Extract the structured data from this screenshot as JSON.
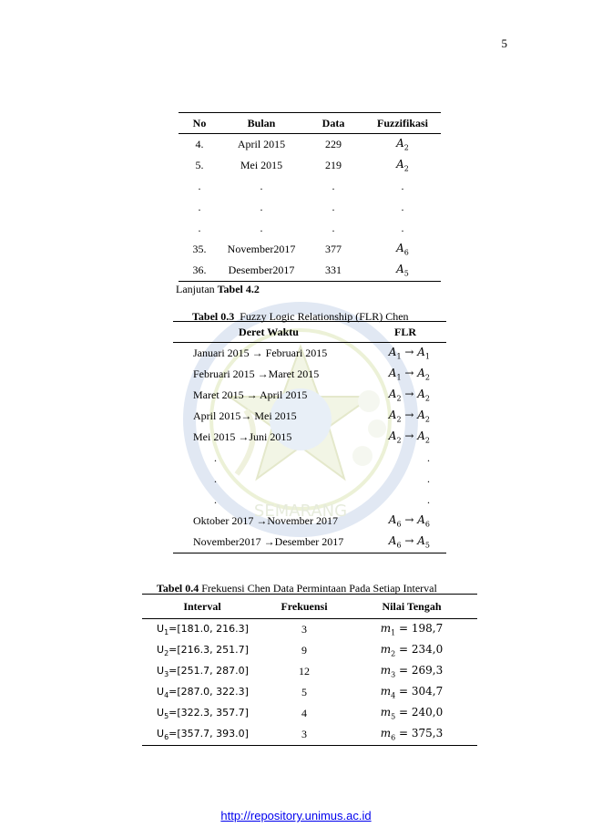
{
  "page_number": "5",
  "table1": {
    "headers": [
      "No",
      "Bulan",
      "Data",
      "Fuzzifikasi"
    ],
    "rows": [
      {
        "no": "4.",
        "bulan": "April 2015",
        "data": "229",
        "fuzz": "A",
        "fuzz_sub": "2"
      },
      {
        "no": "5.",
        "bulan": "Mei 2015",
        "data": "219",
        "fuzz": "A",
        "fuzz_sub": "2"
      },
      {
        "no": ".",
        "bulan": ".",
        "data": ".",
        "fuzz": ".",
        "fuzz_sub": ""
      },
      {
        "no": ".",
        "bulan": ".",
        "data": ".",
        "fuzz": ".",
        "fuzz_sub": ""
      },
      {
        "no": ".",
        "bulan": ".",
        "data": ".",
        "fuzz": ".",
        "fuzz_sub": ""
      },
      {
        "no": "35.",
        "bulan": "November2017",
        "data": "377",
        "fuzz": "A",
        "fuzz_sub": "6"
      },
      {
        "no": "36.",
        "bulan": "Desember2017",
        "data": "331",
        "fuzz": "A",
        "fuzz_sub": "5"
      }
    ]
  },
  "continuation_prefix": "Lanjutan",
  "continuation_bold": "Tabel 4.2",
  "table2": {
    "caption_bold": "Tabel 0.3",
    "caption_text": "Fuzzy Logic Relationship (FLR) Chen",
    "headers": [
      "Deret Waktu",
      "FLR"
    ],
    "rows": [
      {
        "deret": "Januari 2015 → Februari 2015",
        "from": "1",
        "to": "1"
      },
      {
        "deret": "Februari 2015 →Maret 2015",
        "from": "1",
        "to": "2"
      },
      {
        "deret": "Maret 2015 → April 2015",
        "from": "2",
        "to": "2"
      },
      {
        "deret": "April 2015→ Mei 2015",
        "from": "2",
        "to": "2"
      },
      {
        "deret": "Mei 2015 →Juni 2015",
        "from": "2",
        "to": "2"
      },
      {
        "deret": ".",
        "dot": "."
      },
      {
        "deret": ".",
        "dot": "."
      },
      {
        "deret": ".",
        "dot": "."
      },
      {
        "deret": "Oktober 2017 →November 2017",
        "from": "6",
        "to": "6"
      },
      {
        "deret": "November2017 →Desember 2017",
        "from": "6",
        "to": "5"
      }
    ]
  },
  "table3": {
    "caption_bold": "Tabel 0.4",
    "caption_text": "Frekuensi Chen Data Permintaan Pada Setiap Interval",
    "headers": [
      "Interval",
      "Frekuensi",
      "Nilai Tengah"
    ],
    "rows": [
      {
        "u": "1",
        "range": "=[181.0, 216.3]",
        "freq": "3",
        "m": "1",
        "val": "= 198,7"
      },
      {
        "u": "2",
        "range": "=[216.3, 251.7]",
        "freq": "9",
        "m": "2",
        "val": "= 234,0"
      },
      {
        "u": "3",
        "range": "=[251.7, 287.0]",
        "freq": "12",
        "m": "3",
        "val": "= 269,3"
      },
      {
        "u": "4",
        "range": "=[287.0, 322.3]",
        "freq": "5",
        "m": "4",
        "val": "= 304,7"
      },
      {
        "u": "5",
        "range": "=[322.3, 357.7]",
        "freq": "4",
        "m": "5",
        "val": "= 240,0"
      },
      {
        "u": "6",
        "range": "=[357.7, 393.0]",
        "freq": "3",
        "m": "6",
        "val": "= 375,3"
      }
    ]
  },
  "watermark_text": "SEMARANG",
  "footer_link": "http://repository.unimus.ac.id"
}
